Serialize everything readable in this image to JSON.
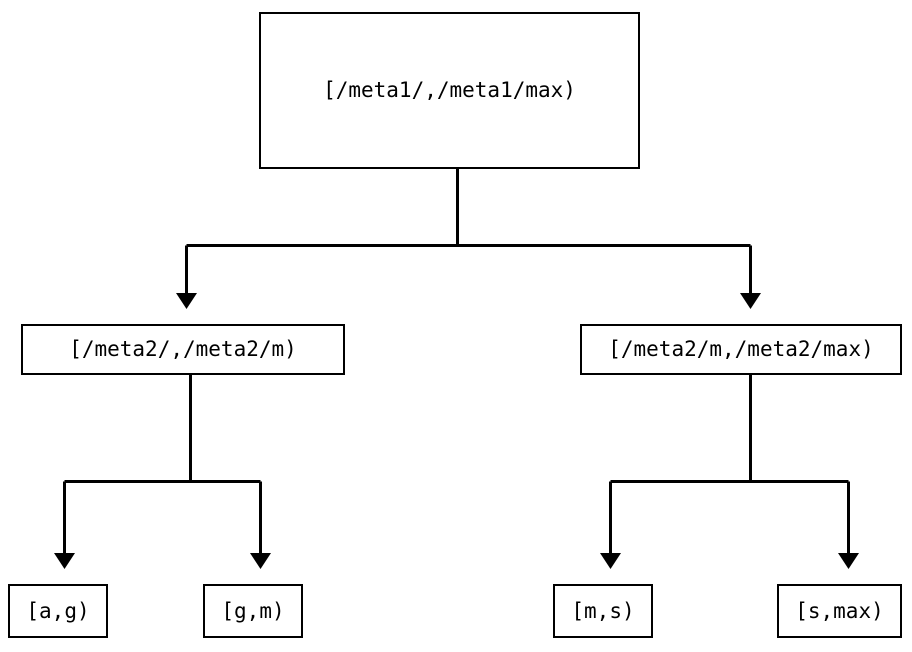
{
  "diagram": {
    "type": "tree",
    "title": "",
    "background_color": "#ffffff",
    "line_color": "#000000",
    "text_color": "#000000",
    "nodes": {
      "root": {
        "label": "[/meta1/,/meta1/max)",
        "level": 0
      },
      "left_mid": {
        "label": "[/meta2/,/meta2/m)",
        "level": 1
      },
      "right_mid": {
        "label": "[/meta2/m,/meta2/max)",
        "level": 1
      },
      "leaves": [
        {
          "label": "[a,g)",
          "level": 2,
          "parent": "left_mid"
        },
        {
          "label": "[g,m)",
          "level": 2,
          "parent": "left_mid"
        },
        {
          "label": "[m,s)",
          "level": 2,
          "parent": "right_mid"
        },
        {
          "label": "[s,max)",
          "level": 2,
          "parent": "right_mid"
        }
      ]
    },
    "edges": [
      {
        "from": "root",
        "to": "left_mid",
        "arrow": "down"
      },
      {
        "from": "root",
        "to": "right_mid",
        "arrow": "down"
      },
      {
        "from": "left_mid",
        "to": "leaf_0",
        "arrow": "down"
      },
      {
        "from": "left_mid",
        "to": "leaf_1",
        "arrow": "down"
      },
      {
        "from": "right_mid",
        "to": "leaf_2",
        "arrow": "down"
      },
      {
        "from": "right_mid",
        "to": "leaf_3",
        "arrow": "down"
      }
    ]
  }
}
